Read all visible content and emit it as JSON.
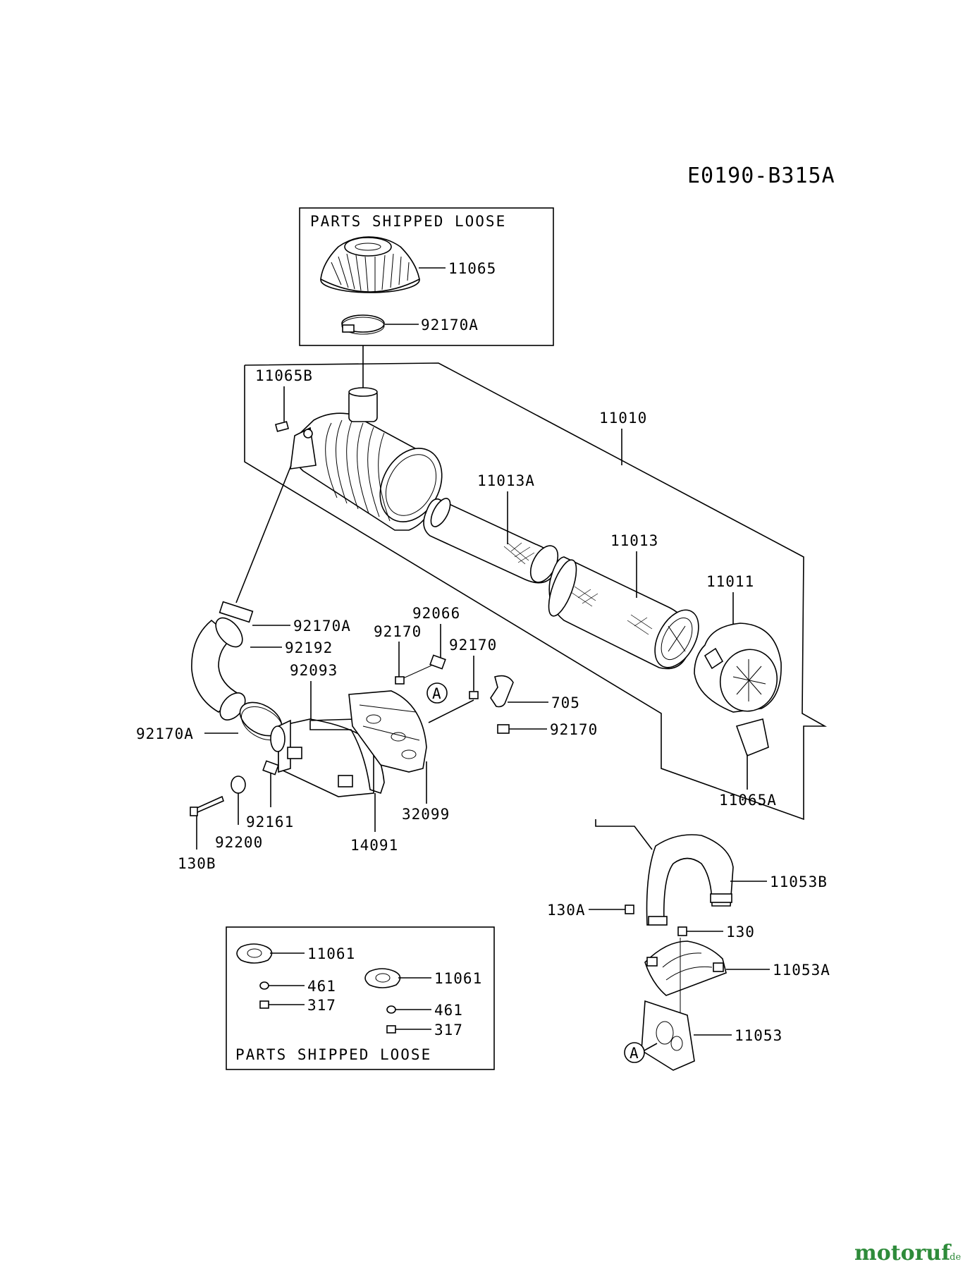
{
  "diagram_code": "E0190-B315A",
  "box_top_title": "PARTS SHIPPED LOOSE",
  "box_bottom_title": "PARTS SHIPPED LOOSE",
  "callout_letter": "A",
  "watermark": {
    "brand": "motoruf",
    "suffix": ".de"
  },
  "labels": {
    "p11065": "11065",
    "p92170A_top": "92170A",
    "p11065B": "11065B",
    "p11010": "11010",
    "p11013A": "11013A",
    "p11013": "11013",
    "p11011": "11011",
    "p92066": "92066",
    "p92170_a": "92170",
    "p92170_b": "92170",
    "p92170A_mid": "92170A",
    "p92192": "92192",
    "p92093": "92093",
    "p705": "705",
    "p92170_c": "92170",
    "p92170A_left": "92170A",
    "p32099": "32099",
    "p11065A": "11065A",
    "p92161": "92161",
    "p92200": "92200",
    "p14091": "14091",
    "p130B": "130B",
    "p11053B": "11053B",
    "p130A": "130A",
    "p130": "130",
    "p11053A": "11053A",
    "p11053": "11053",
    "p11061_a": "11061",
    "p461_a": "461",
    "p317_a": "317",
    "p11061_b": "11061",
    "p461_b": "461",
    "p317_b": "317"
  }
}
